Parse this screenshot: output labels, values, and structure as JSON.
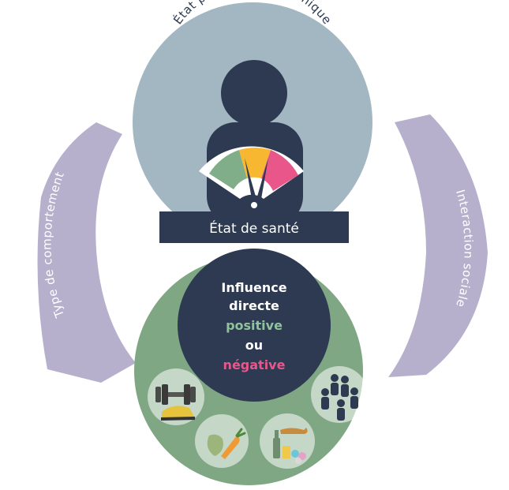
{
  "top_circle": {
    "arc_label": "État physique et psychique",
    "color": "#a3b7c3"
  },
  "health_bar": {
    "label": "État de santé",
    "color": "#2d3a52"
  },
  "gauge": {
    "colors": [
      "#7fae88",
      "#f7b731",
      "#e9578a"
    ]
  },
  "left_arrow": {
    "label": "Type de comportement",
    "color": "#b6b0cd"
  },
  "right_arrow": {
    "label": "Interaction sociale",
    "color": "#b6b0cd"
  },
  "bottom_circle": {
    "color": "#7fa783"
  },
  "center": {
    "line1": "Influence",
    "line2": "directe",
    "positive": "positive",
    "or": "ou",
    "negative": "négative",
    "positive_color": "#8fc39b",
    "negative_color": "#e9578a"
  },
  "icons": {
    "sport": "dumbbell-and-sneaker-icon",
    "food": "vegetables-icon",
    "substances": "alcohol-tobacco-pills-icon",
    "people": "people-group-icon"
  }
}
